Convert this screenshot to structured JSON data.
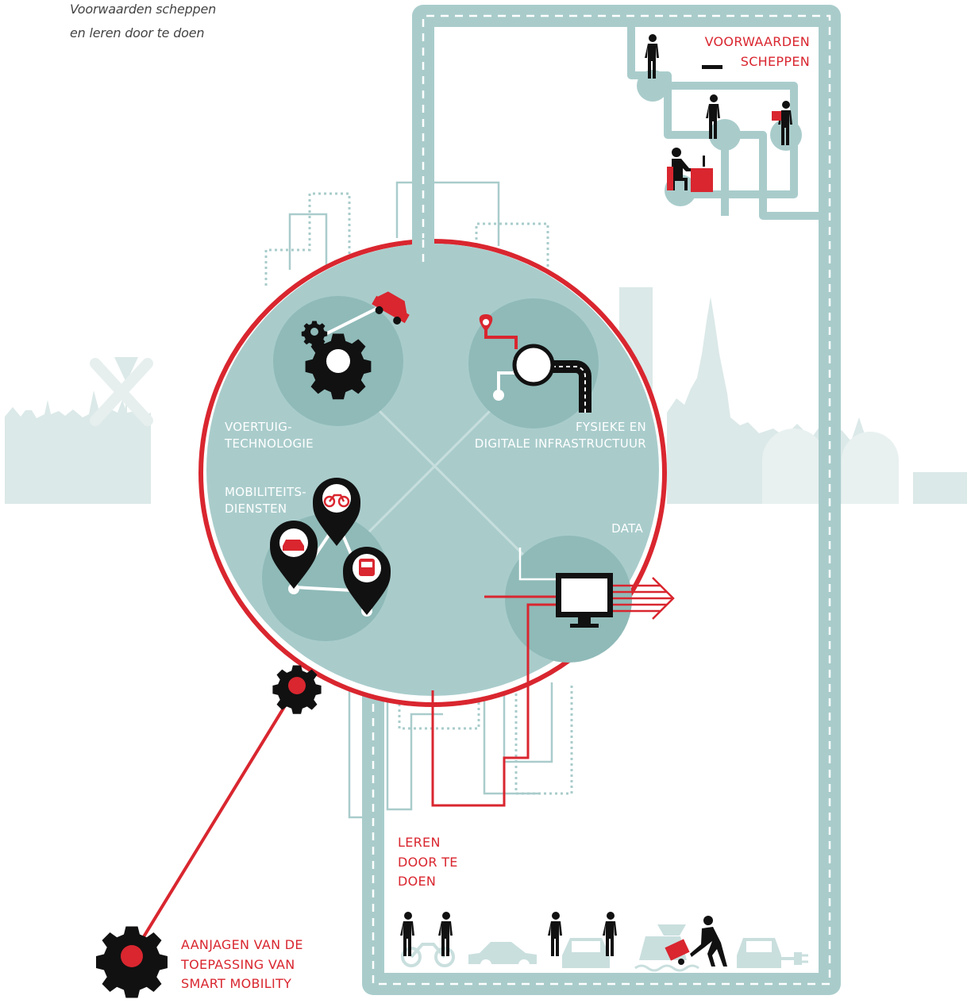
{
  "caption": {
    "line1": "Voorwaarden scheppen",
    "line2": "en leren door te doen"
  },
  "labels": {
    "voorwaarden": "VOORWAARDEN\nSCHEPPEN",
    "voertuig": "VOERTUIG-\nTECHNOLOGIE",
    "infra": "FYSIEKE EN\nDIGITALE INFRASTRUCTUUR",
    "mobiliteit": "MOBILITEITS-\nDIENSTEN",
    "data": "DATA",
    "leren": "LEREN\nDOOR TE\nDOEN",
    "aanjagen": "AANJAGEN VAN DE\nTOEPASSING VAN\nSMART MOBILITY"
  },
  "colors": {
    "teal": "#a9cccb",
    "teal_dark": "#8fbab8",
    "skyline": "#dbe9e8",
    "red": "#d9262f",
    "black": "#111111"
  },
  "icons": [
    "gears-icon",
    "car-icon",
    "map-pin-icon",
    "road-icon",
    "bike-pin-icon",
    "car-pin-icon",
    "bus-pin-icon",
    "monitor-icon",
    "gear-icon",
    "person-icon",
    "windmill-icon"
  ]
}
